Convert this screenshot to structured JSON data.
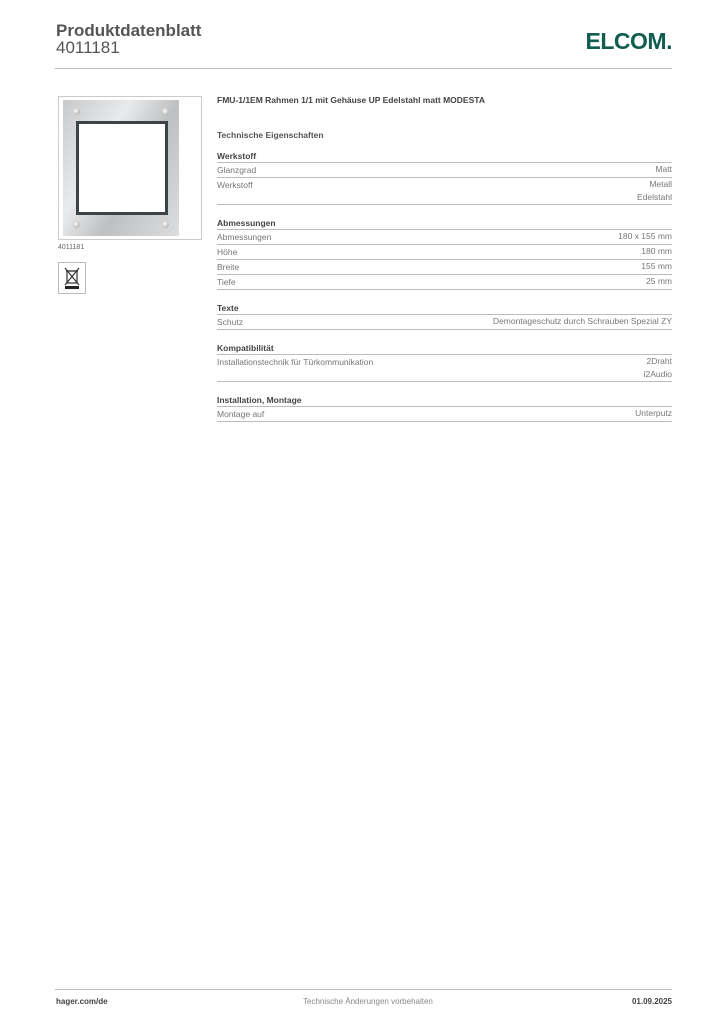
{
  "header": {
    "title": "Produktdatenblatt",
    "article_number": "4011181",
    "brand_logo": "ELCOM."
  },
  "image": {
    "caption": "4011181",
    "weee_icon": "crossed-out-wheelie-bin-icon"
  },
  "product": {
    "name": "FMU-1/1EM Rahmen 1/1 mit Gehäuse UP Edelstahl matt MODESTA"
  },
  "specs_title": "Technische Eigenschaften",
  "sections": [
    {
      "title": "Werkstoff",
      "rows": [
        {
          "label": "Glanzgrad",
          "values": [
            "Matt"
          ]
        },
        {
          "label": "Werkstoff",
          "values": [
            "Metall",
            "Edelstahl"
          ]
        }
      ]
    },
    {
      "title": "Abmessungen",
      "rows": [
        {
          "label": "Abmessungen",
          "values": [
            "180 x 155 mm"
          ]
        },
        {
          "label": "Höhe",
          "values": [
            "180 mm"
          ]
        },
        {
          "label": "Breite",
          "values": [
            "155 mm"
          ]
        },
        {
          "label": "Tiefe",
          "values": [
            "25 mm"
          ]
        }
      ]
    },
    {
      "title": "Texte",
      "rows": [
        {
          "label": "Schutz",
          "values": [
            "Demontageschutz durch Schrauben Spezial ZY"
          ]
        }
      ]
    },
    {
      "title": "Kompatibilität",
      "rows": [
        {
          "label": "Installationstechnik für Türkommunikation",
          "values": [
            "2Draht",
            "i2Audio"
          ]
        }
      ]
    },
    {
      "title": "Installation, Montage",
      "rows": [
        {
          "label": "Montage auf",
          "values": [
            "Unterputz"
          ]
        }
      ]
    }
  ],
  "footer": {
    "website": "hager.com/de",
    "notice": "Technische Änderungen vorbehalten",
    "date": "01.09.2025"
  },
  "colors": {
    "brand": "#0f5e4f",
    "rule": "#bbbbbb"
  }
}
